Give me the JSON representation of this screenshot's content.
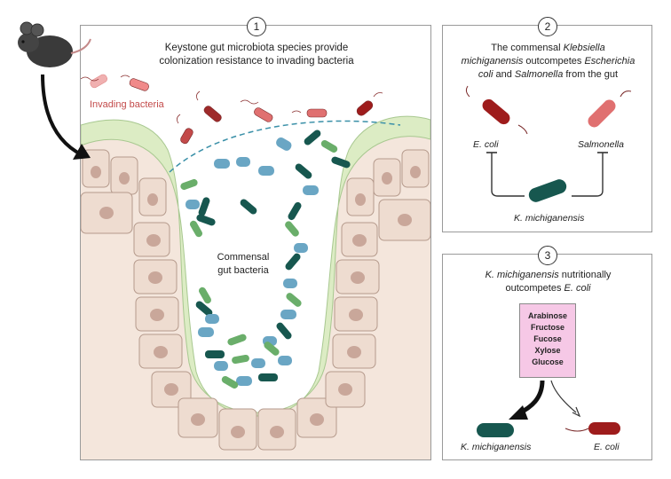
{
  "panel1": {
    "number": "1",
    "title_line1": "Keystone gut microbiota species provide",
    "title_line2": "colonization resistance to invading bacteria",
    "invading_label": "Invading bacteria",
    "commensal_line1": "Commensal",
    "commensal_line2": "gut bacteria"
  },
  "panel2": {
    "number": "2",
    "line1_a": "The commensal ",
    "line1_b": "Klebsiella",
    "line2_a": "michiganensis",
    "line2_b": " outcompetes ",
    "line2_c": "Escherichia",
    "line3_a": "coli",
    "line3_b": " and ",
    "line3_c": "Salmonella",
    "line3_d": " from the gut",
    "ecoli_label": "E. coli",
    "salmonella_label": "Salmonella",
    "kmich_label": "K. michiganensis"
  },
  "panel3": {
    "number": "3",
    "line1_a": "K. michiganensis",
    "line1_b": " nutritionally",
    "line2_a": "outcompetes ",
    "line2_b": "E. coli",
    "sugars": [
      "Arabinose",
      "Fructose",
      "Fucose",
      "Xylose",
      "Glucose"
    ],
    "kmich_label": "K. michiganensis",
    "ecoli_label": "E. coli"
  },
  "colors": {
    "epithelium": "#f0e0d6",
    "cell_nucleus": "#c9a79a",
    "mucus": "#dcecc4",
    "invading": "#c34a4a",
    "kmich": "#17574f",
    "commensal_blue": "#6aa6c4",
    "commensal_green": "#6aae6a",
    "sugar_box": "#f6c8e6"
  }
}
